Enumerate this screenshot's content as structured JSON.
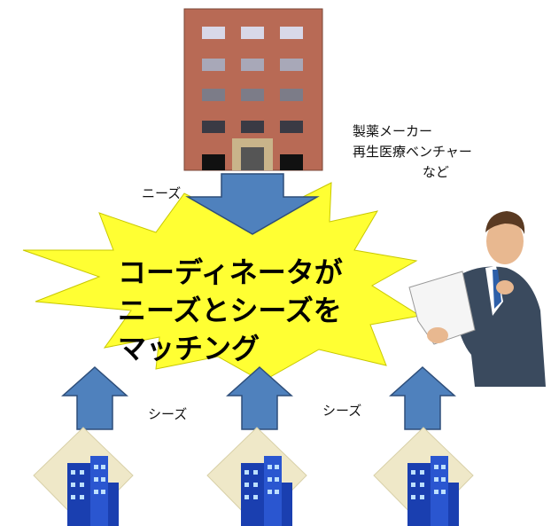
{
  "labels": {
    "needs": "ニーズ",
    "seeds_left": "シーズ",
    "seeds_right": "シーズ",
    "company_line1": "製薬メーカー",
    "company_line2": "再生医療ベンチャー",
    "company_line3": "など"
  },
  "center": {
    "line1": "コーディネータが",
    "line2": "ニーズとシーズを",
    "line3": "マッチング"
  },
  "icons": {
    "top": "office-building-icon",
    "person": "businessman-icon",
    "bottom": [
      "research-buildings-icon",
      "research-buildings-icon",
      "research-buildings-icon"
    ]
  },
  "colors": {
    "burst": "#ffff33",
    "arrow": "#4f81bd",
    "arrow_stroke": "#2e4e7a",
    "building": "#b86a55",
    "tile": "#efe8c8"
  }
}
